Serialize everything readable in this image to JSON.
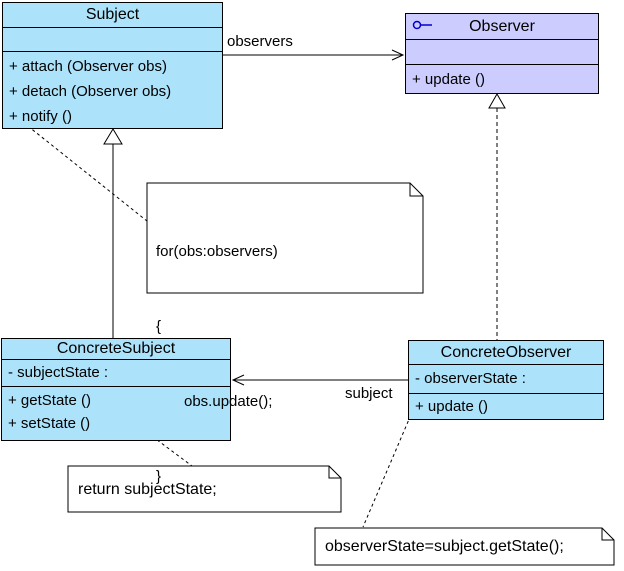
{
  "classes": {
    "subject": {
      "name": "Subject",
      "attributes": [],
      "methods": [
        "+ attach (Observer obs)",
        "+ detach (Observer obs)",
        "+ notify ()"
      ]
    },
    "observer": {
      "name": "Observer",
      "attributes": [],
      "methods": [
        "+ update ()"
      ]
    },
    "concrete_subject": {
      "name": "ConcreteSubject",
      "attributes": [
        "- subjectState :"
      ],
      "methods": [
        "+ getState ()",
        "+ setState ()"
      ]
    },
    "concrete_observer": {
      "name": "ConcreteObserver",
      "attributes": [
        "- observerState :"
      ],
      "methods": [
        "+ update ()"
      ]
    }
  },
  "edges": {
    "observers_label": "observers",
    "subject_label": "subject"
  },
  "notes": {
    "update_loop": {
      "lines": [
        "for(obs:observers)",
        "{",
        "obs.update();",
        "}"
      ]
    },
    "return_state": {
      "text": "return subjectState;"
    },
    "observer_update": {
      "text": "observerState=subject.getState();"
    }
  },
  "icons": {
    "observer_interface": "lollipop-interface-icon"
  },
  "colors": {
    "class_fill": "#ACE2FA",
    "interface_fill": "#CCCCFF",
    "note_fill": "#FFFFFF",
    "border": "#000000",
    "interface_icon": "#0000CC",
    "background": "#FFFFFF"
  }
}
